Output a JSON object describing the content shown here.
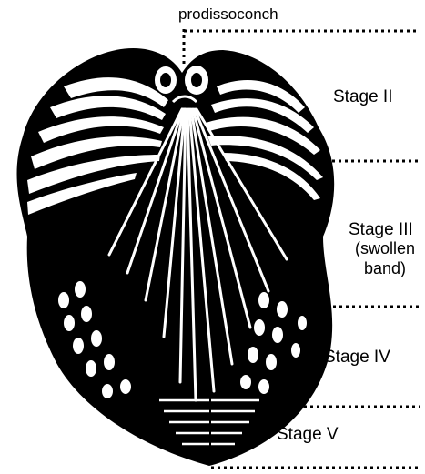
{
  "labels": {
    "prodissoconch": "prodissoconch",
    "stage_2": "Stage II",
    "stage_3": "Stage III",
    "stage_3_note_line1": "(swollen",
    "stage_3_note_line2": "band)",
    "stage_4": "Stage IV",
    "stage_5": "Stage V"
  },
  "colors": {
    "shell": "#000000",
    "sculpture": "#ffffff",
    "divider": "#000000",
    "background": "#ffffff"
  },
  "figure": {
    "subject": "bivalve-shell-illustration",
    "stage_count": 5
  }
}
